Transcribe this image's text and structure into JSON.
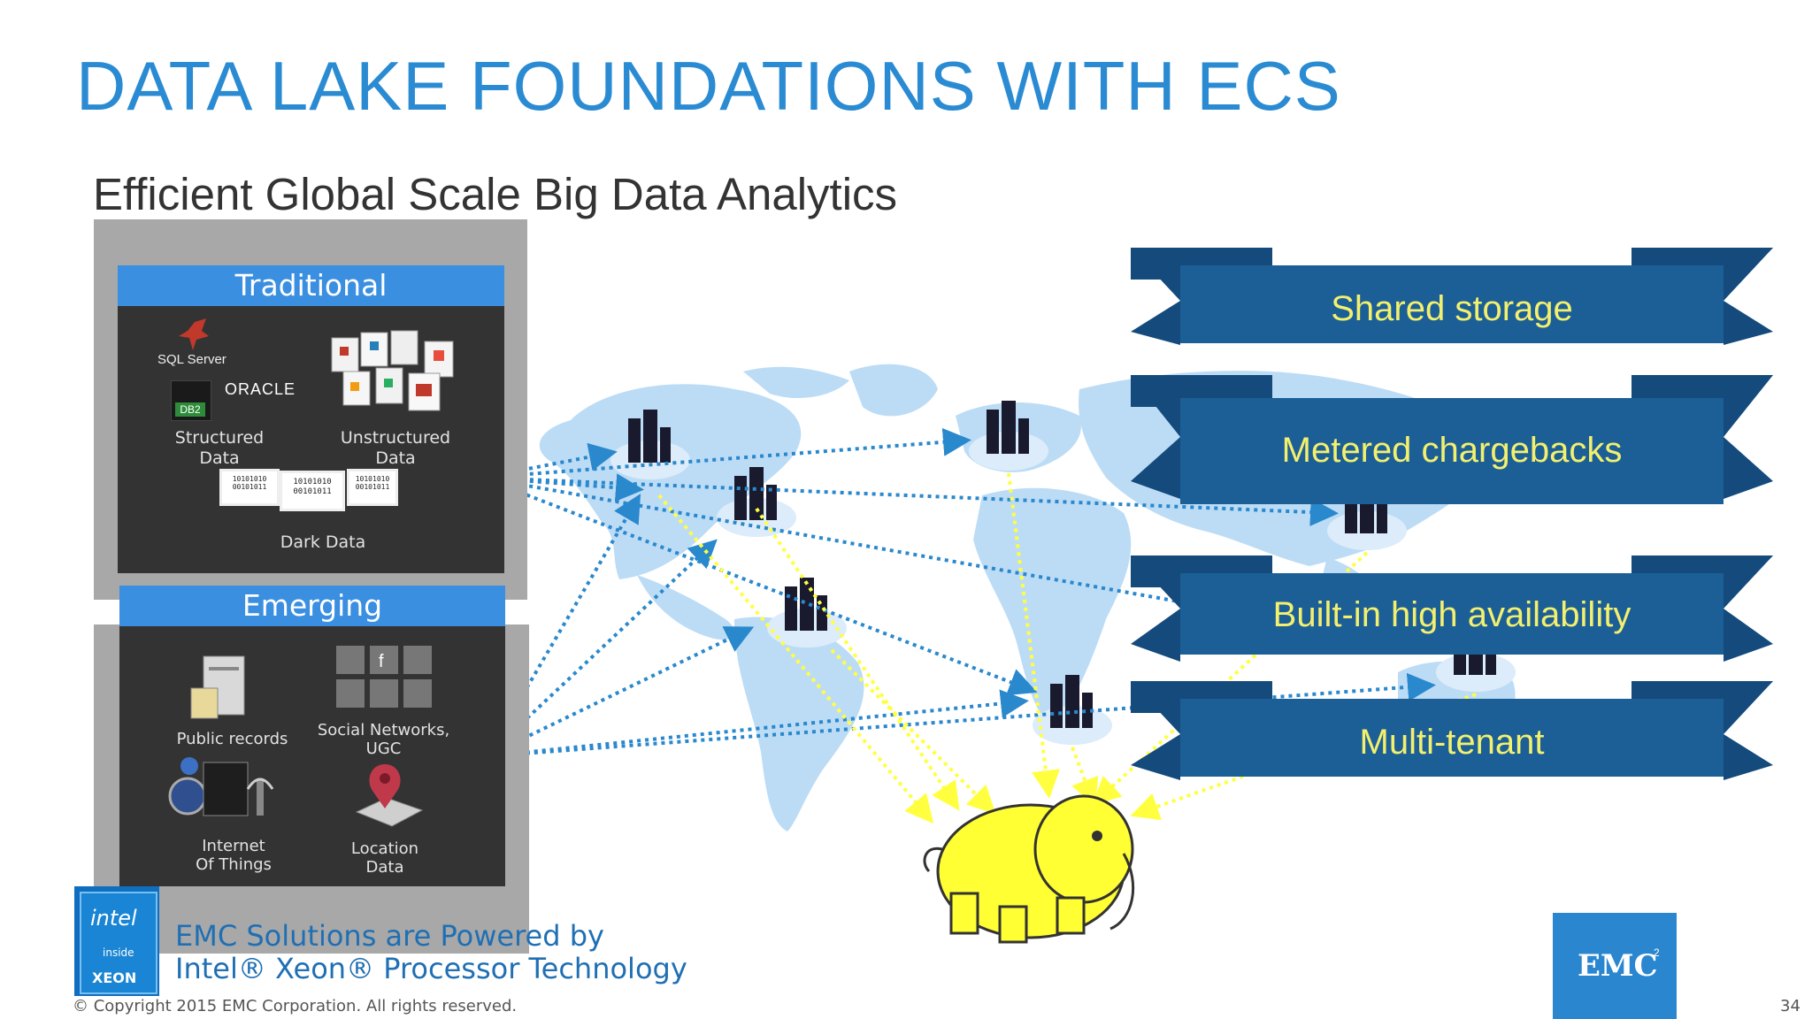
{
  "title": "DATA LAKE FOUNDATIONS WITH ECS",
  "subtitle": "Efficient Global Scale Big Data Analytics",
  "traditional": {
    "header": "Traditional",
    "logos": {
      "sql_server": "SQL Server",
      "ibm_db2": "DB2",
      "oracle": "ORACLE"
    },
    "structured_label": "Structured\nData",
    "unstructured_label": "Unstructured\nData",
    "dark_label": "Dark Data",
    "binary_text": "10101010\n00101011"
  },
  "emerging": {
    "header": "Emerging",
    "public_label": "Public records",
    "social_label": "Social Networks,\nUGC",
    "iot_label": "Internet\nOf Things",
    "location_label": "Location\nData"
  },
  "banners": [
    "Shared storage",
    "Metered chargebacks",
    "Built-in high availability",
    "Multi-tenant"
  ],
  "colors": {
    "title": "#2a8bd3",
    "banner": "#1c5f97",
    "banner_text": "#f3f06e",
    "arrow_blue": "#2a88cc",
    "arrow_yellow": "#ffff40",
    "map": "#bcdcf6"
  },
  "intel": {
    "line1": "EMC Solutions are Powered by",
    "line2": "Intel® Xeon® Processor Technology",
    "badge_intel": "intel",
    "badge_inside": "inside",
    "badge_xeon": "XEON"
  },
  "emc_logo": "EMC",
  "emc_superscript": "2",
  "copyright": "© Copyright 2015 EMC Corporation. All rights reserved.",
  "page_number": "34"
}
